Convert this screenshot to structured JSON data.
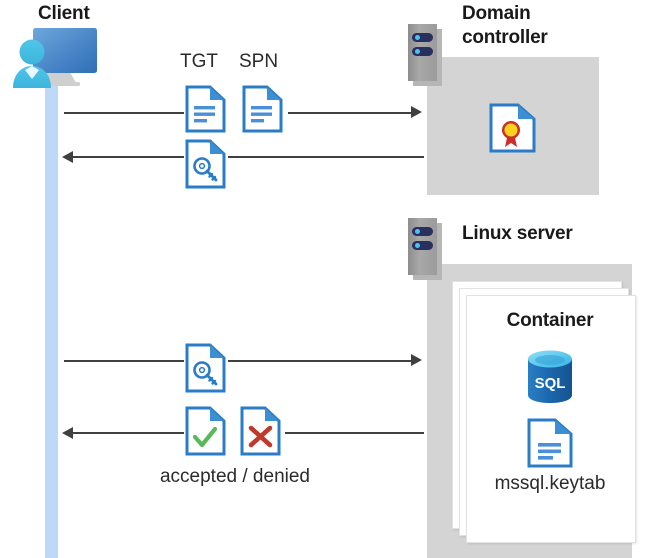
{
  "diagram": {
    "type": "sequence-diagram",
    "title_visible": false,
    "actors": {
      "client": {
        "label": "Client",
        "icon": "client-monitor-user-icon",
        "lifeline_color": "#bed8f7"
      },
      "domain_controller": {
        "label": "Domain controller",
        "icon": "server-rack-icon",
        "box_color": "#d4d4d4",
        "contents": [
          {
            "icon": "certificate-document-icon",
            "label": ""
          }
        ]
      },
      "linux_server": {
        "label": "Linux server",
        "icon": "server-rack-icon",
        "box_color": "#d4d4d4",
        "container": {
          "label": "Container",
          "stack_count": 3,
          "contents": [
            {
              "icon": "sql-database-icon",
              "label": "SQL"
            },
            {
              "icon": "keytab-document-icon",
              "label": "mssql.keytab"
            }
          ]
        }
      }
    },
    "messages": [
      {
        "id": "msg-1",
        "direction": "right",
        "from": "client",
        "to": "domain_controller",
        "icons": [
          {
            "name": "tgt-document-icon",
            "label": "TGT"
          },
          {
            "name": "spn-document-icon",
            "label": "SPN"
          }
        ]
      },
      {
        "id": "msg-2",
        "direction": "left",
        "from": "domain_controller",
        "to": "client",
        "icons": [
          {
            "name": "service-ticket-key-document-icon",
            "label": ""
          }
        ]
      },
      {
        "id": "msg-3",
        "direction": "right",
        "from": "client",
        "to": "linux_server",
        "icons": [
          {
            "name": "service-ticket-key-document-icon",
            "label": ""
          }
        ]
      },
      {
        "id": "msg-4",
        "direction": "left",
        "from": "linux_server",
        "to": "client",
        "caption": "accepted / denied",
        "icons": [
          {
            "name": "accepted-check-document-icon",
            "label": ""
          },
          {
            "name": "denied-cross-document-icon",
            "label": ""
          }
        ]
      }
    ]
  },
  "colors": {
    "doc_border_blue": "#2a7cc7",
    "doc_fold_blue": "#3d8fd4",
    "doc_line_blue": "#4a90d9",
    "sql_blue": "#1b66ad",
    "sql_top_light": "#5ec8f0",
    "check_green": "#5cb85c",
    "cross_red": "#c0392b",
    "cert_gold": "#ffd21e",
    "cert_red": "#c9302c",
    "grey_box": "#d4d4d4",
    "rack_navy": "#27305e",
    "rack_led": "#4bc3f0",
    "lifeline": "#bed8f7",
    "arrow": "#404040",
    "text_dark": "#1a1a1a"
  }
}
